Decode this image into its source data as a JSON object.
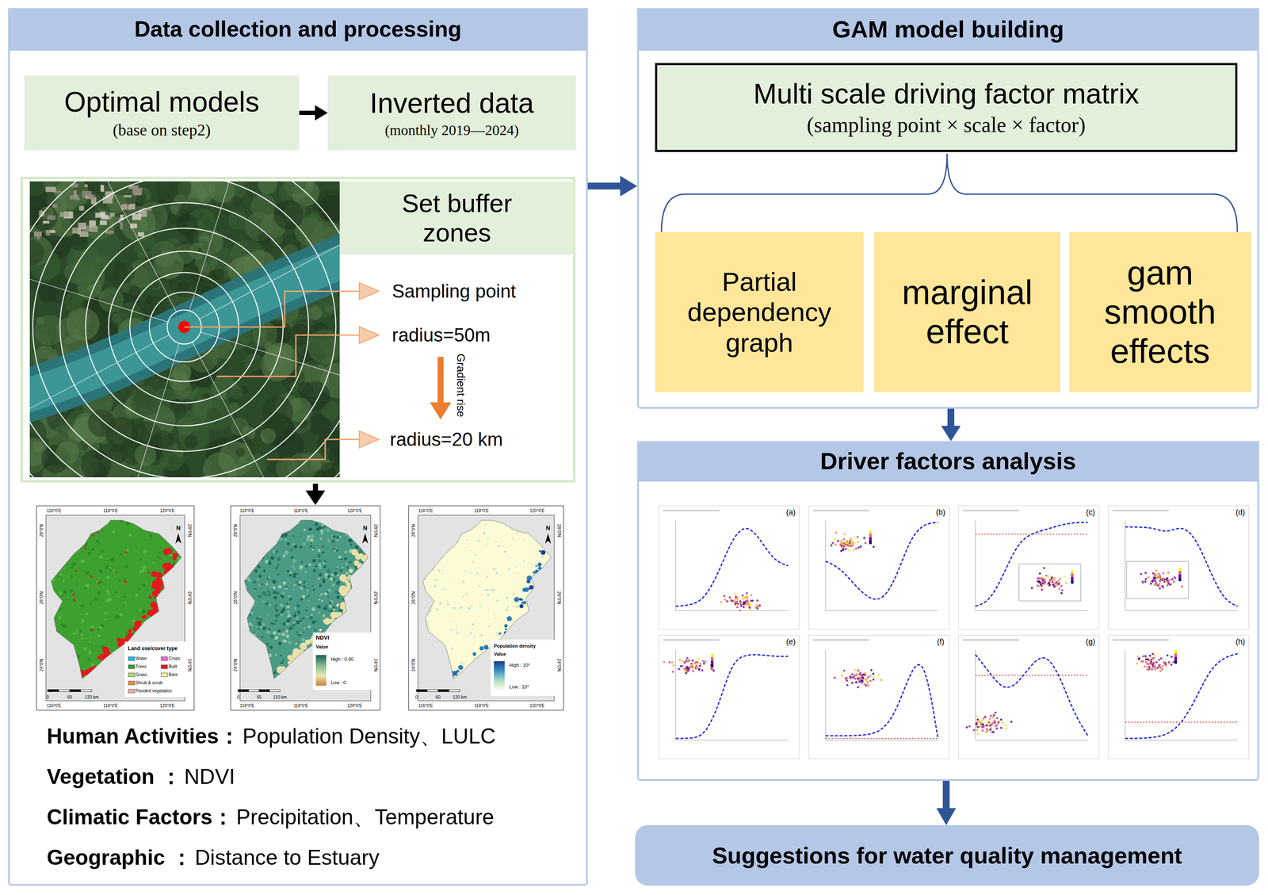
{
  "diagram": {
    "nodes": [
      {
        "text": [
          "Data collection and processing"
        ]
      },
      {
        "text": [
          "Optimal models",
          "(base on step2)"
        ],
        "in": 0
      },
      {
        "text": [
          "Inverted data",
          "(monthly 2019—2024)"
        ],
        "in": 0
      },
      {
        "text": [
          "Set buffer zones"
        ],
        "in": 0
      },
      {
        "text": [
          "GAM model building"
        ]
      },
      {
        "text": [
          "Multi scale driving factor matrix",
          "(sampling point × scale × factor)"
        ],
        "in": 4
      },
      {
        "text": [
          "Partial dependency graph"
        ],
        "in": 4
      },
      {
        "text": [
          "marginal effect"
        ],
        "in": 4
      },
      {
        "text": [
          "gam smooth effects"
        ],
        "in": 4
      },
      {
        "text": [
          "Driver factors analysis"
        ]
      },
      {
        "text": [
          "Suggestions for water quality management"
        ]
      }
    ],
    "edges": [
      {
        "from": 1,
        "to": 2,
        "arrow": "to"
      },
      {
        "from": 0,
        "to": 4,
        "arrow": "to"
      },
      {
        "from": 4,
        "to": 9,
        "arrow": "to"
      },
      {
        "from": 9,
        "to": 10,
        "arrow": "to"
      }
    ],
    "labels": [
      "Sampling point",
      "radius=50m",
      "Gradient rise",
      "radius=20 km",
      "116°0'E",
      "118°0'E",
      "120°0'E",
      "116°0'E",
      "118°0'E",
      "120°0'E",
      "28°0'N",
      "26°0'N",
      "24°0'N",
      "28°0'N",
      "26°0'N",
      "24°0'N",
      "N",
      "Land use/cover type",
      "0",
      "60",
      "120 km",
      "116°0'E",
      "118°0'E",
      "120°0'E",
      "116°0'E",
      "118°0'E",
      "120°0'E",
      "28°0'N",
      "26°0'N",
      "24°0'N",
      "28°0'N",
      "26°0'N",
      "24°0'N",
      "N",
      "NDVI",
      "Value",
      "High : 0.96",
      "Low : 0",
      "0",
      "55",
      "110 km",
      "116°0'E",
      "118°0'E",
      "120°0'E",
      "116°0'E",
      "118°0'E",
      "120°0'E",
      "28°0'N",
      "26°0'N",
      "24°0'N",
      "28°0'N",
      "26°0'N",
      "24°0'N",
      "N",
      "Population density",
      "Value",
      "High : 10³",
      "Low : 10⁰",
      "0",
      "60",
      "120 km",
      "Human Activities：",
      "Population Density、LULC",
      "Vegetation ：",
      "NDVI",
      "Climatic Factors：",
      "Precipitation、Temperature",
      "Geographic ：",
      "Distance to Estuary",
      "(a)",
      "(b)",
      "(c)",
      "(d)",
      "(e)",
      "(f)",
      "(g)",
      "(h)"
    ],
    "legend": [
      {
        "text": "Water",
        "color": "#1fb4e8"
      },
      {
        "text": "Crops",
        "color": "#e066d8"
      },
      {
        "text": "Trees",
        "color": "#3a9a2a"
      },
      {
        "text": "Built",
        "color": "#e31a1c"
      },
      {
        "text": "Grass",
        "color": "#a6d96a"
      },
      {
        "text": "Bare",
        "color": "#f3ed9e"
      },
      {
        "text": "Shrub & scrub",
        "color": "#f28a30"
      },
      {
        "text": "Flooded vegetation",
        "color": "#f4a6a6"
      }
    ]
  }
}
